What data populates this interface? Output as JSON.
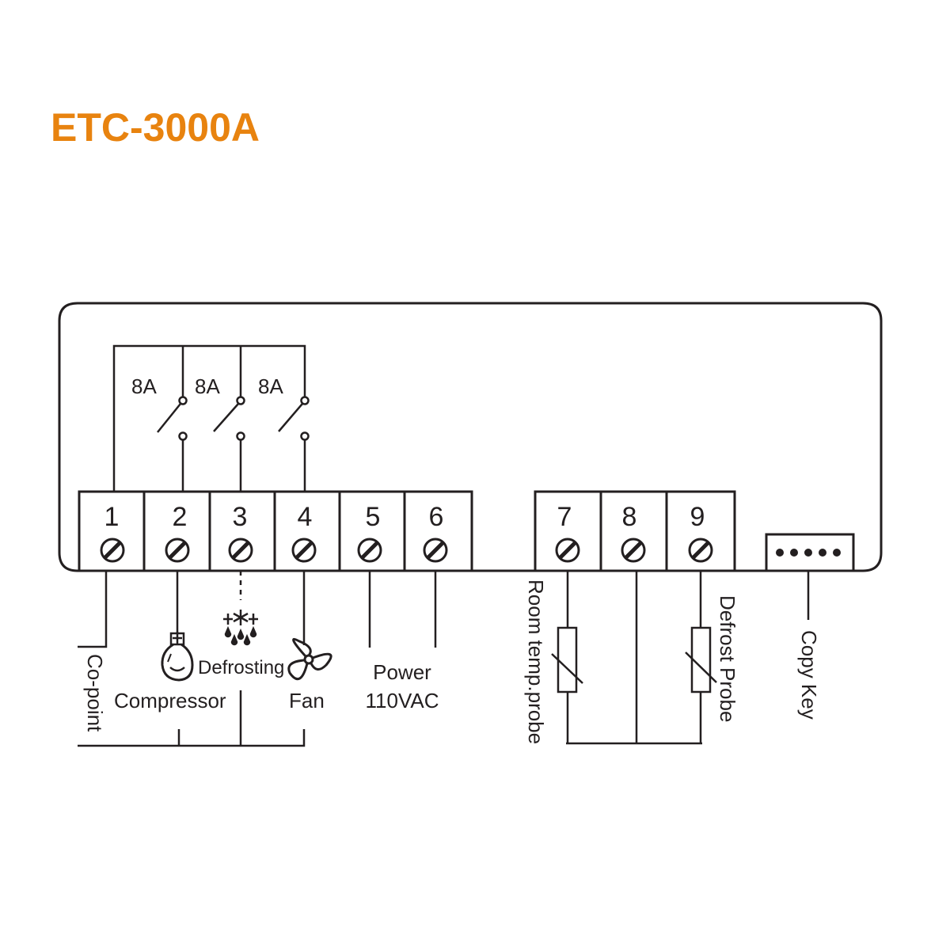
{
  "title": "ETC-3000A",
  "colors": {
    "title": "#e8830f",
    "ink": "#231f20"
  },
  "relays": [
    {
      "rating": "8A"
    },
    {
      "rating": "8A"
    },
    {
      "rating": "8A"
    }
  ],
  "terminals": {
    "left": [
      "1",
      "2",
      "3",
      "4",
      "5",
      "6"
    ],
    "right": [
      "7",
      "8",
      "9"
    ]
  },
  "labels": {
    "co_point": "Co-point",
    "compressor": "Compressor",
    "defrosting": "Defrosting",
    "fan": "Fan",
    "power": "Power",
    "voltage": "110VAC",
    "room_probe": "Room temp.probe",
    "defrost_probe": "Defrost Probe",
    "copy_key": "Copy Key"
  },
  "icons": [
    "compressor-icon",
    "defrost-icon",
    "fan-icon",
    "copy-key-port-icon"
  ]
}
